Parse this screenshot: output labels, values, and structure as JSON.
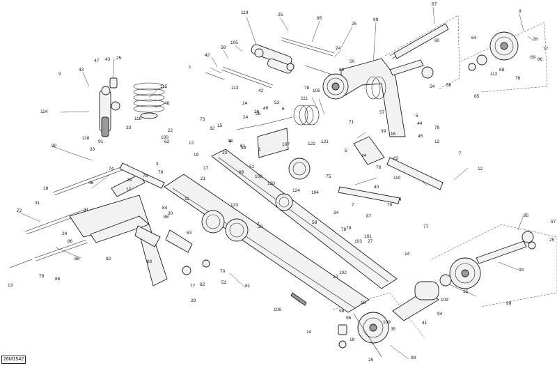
{
  "diagram": {
    "reference_code": "26M1542",
    "labels": [
      {
        "id": "l1",
        "text": "1"
      },
      {
        "id": "l2",
        "text": "119"
      },
      {
        "id": "l3",
        "text": "25"
      },
      {
        "id": "l4",
        "text": "85"
      },
      {
        "id": "l5",
        "text": "25"
      },
      {
        "id": "l6",
        "text": "89"
      },
      {
        "id": "l7",
        "text": "67"
      },
      {
        "id": "l8",
        "text": "8"
      },
      {
        "id": "l9",
        "text": "28"
      },
      {
        "id": "l10",
        "text": "58"
      },
      {
        "id": "l11",
        "text": "105"
      },
      {
        "id": "l12",
        "text": "42"
      },
      {
        "id": "l13",
        "text": "24"
      },
      {
        "id": "l14",
        "text": "50"
      },
      {
        "id": "l15",
        "text": "60"
      },
      {
        "id": "l16",
        "text": "64"
      },
      {
        "id": "l17",
        "text": "77"
      },
      {
        "id": "l18",
        "text": "69"
      },
      {
        "id": "l19",
        "text": "86"
      },
      {
        "id": "l20",
        "text": "43"
      },
      {
        "id": "l21",
        "text": "47"
      },
      {
        "id": "l22",
        "text": "43"
      },
      {
        "id": "l23",
        "text": "25"
      },
      {
        "id": "l24",
        "text": "9"
      },
      {
        "id": "l25",
        "text": "80"
      },
      {
        "id": "l26",
        "text": "113"
      },
      {
        "id": "l27",
        "text": "42"
      },
      {
        "id": "l28",
        "text": "78"
      },
      {
        "id": "l29",
        "text": "105"
      },
      {
        "id": "l30",
        "text": "54"
      },
      {
        "id": "l31",
        "text": "56"
      },
      {
        "id": "l32",
        "text": "112"
      },
      {
        "id": "l33",
        "text": "68"
      },
      {
        "id": "l34",
        "text": "76"
      },
      {
        "id": "l35",
        "text": "65"
      },
      {
        "id": "l36",
        "text": "115"
      },
      {
        "id": "l37",
        "text": "48"
      },
      {
        "id": "l38",
        "text": "114"
      },
      {
        "id": "l39",
        "text": "111"
      },
      {
        "id": "l40",
        "text": "53"
      },
      {
        "id": "l41",
        "text": "6"
      },
      {
        "id": "l42",
        "text": "57"
      },
      {
        "id": "l43",
        "text": "24"
      },
      {
        "id": "l44",
        "text": "26"
      },
      {
        "id": "l45",
        "text": "49"
      },
      {
        "id": "l46",
        "text": "5"
      },
      {
        "id": "l47",
        "text": "71"
      },
      {
        "id": "l48",
        "text": "44"
      },
      {
        "id": "l49",
        "text": "78"
      },
      {
        "id": "l50",
        "text": "45"
      },
      {
        "id": "l51",
        "text": "33"
      },
      {
        "id": "l52",
        "text": "118"
      },
      {
        "id": "l53",
        "text": "22"
      },
      {
        "id": "l54",
        "text": "73"
      },
      {
        "id": "l55",
        "text": "15"
      },
      {
        "id": "l56",
        "text": "39"
      },
      {
        "id": "l57",
        "text": "16"
      },
      {
        "id": "l58",
        "text": "62"
      },
      {
        "id": "l59",
        "text": "118"
      },
      {
        "id": "l60",
        "text": "100"
      },
      {
        "id": "l61",
        "text": "12"
      },
      {
        "id": "l62",
        "text": "90"
      },
      {
        "id": "l63",
        "text": "33"
      },
      {
        "id": "l64",
        "text": "91"
      },
      {
        "id": "l65",
        "text": "32"
      },
      {
        "id": "l66",
        "text": "34"
      },
      {
        "id": "l67",
        "text": "61"
      },
      {
        "id": "l68",
        "text": "107"
      },
      {
        "id": "l69",
        "text": "122"
      },
      {
        "id": "l70",
        "text": "121"
      },
      {
        "id": "l71",
        "text": "5"
      },
      {
        "id": "l72",
        "text": "44"
      },
      {
        "id": "l73",
        "text": "78"
      },
      {
        "id": "l74",
        "text": "12"
      },
      {
        "id": "l75",
        "text": "19"
      },
      {
        "id": "l76",
        "text": "23"
      },
      {
        "id": "l77",
        "text": "4"
      },
      {
        "id": "l78",
        "text": "59"
      },
      {
        "id": "l79",
        "text": "1"
      },
      {
        "id": "l80",
        "text": "51"
      },
      {
        "id": "l81",
        "text": "82"
      },
      {
        "id": "l82",
        "text": "7"
      },
      {
        "id": "l83",
        "text": "74"
      },
      {
        "id": "l84",
        "text": "17"
      },
      {
        "id": "l85",
        "text": "21"
      },
      {
        "id": "l86",
        "text": "75"
      },
      {
        "id": "l87",
        "text": "110"
      },
      {
        "id": "l88",
        "text": "12"
      },
      {
        "id": "l89",
        "text": "3"
      },
      {
        "id": "l90",
        "text": "79"
      },
      {
        "id": "l91",
        "text": "46"
      },
      {
        "id": "l92",
        "text": "78"
      },
      {
        "id": "l93",
        "text": "24"
      },
      {
        "id": "l94",
        "text": "18"
      },
      {
        "id": "l95",
        "text": "12"
      },
      {
        "id": "l96",
        "text": "11"
      },
      {
        "id": "l97",
        "text": "69"
      },
      {
        "id": "l98",
        "text": "108"
      },
      {
        "id": "l99",
        "text": "120"
      },
      {
        "id": "l100",
        "text": "124"
      },
      {
        "id": "l101",
        "text": "40"
      },
      {
        "id": "l102",
        "text": "31"
      },
      {
        "id": "l103",
        "text": "72"
      },
      {
        "id": "l104",
        "text": "31"
      },
      {
        "id": "l105",
        "text": "84"
      },
      {
        "id": "l106",
        "text": "30"
      },
      {
        "id": "l107",
        "text": "88"
      },
      {
        "id": "l108",
        "text": "123"
      },
      {
        "id": "l109",
        "text": "104"
      },
      {
        "id": "l110",
        "text": "34"
      },
      {
        "id": "l111",
        "text": "7"
      },
      {
        "id": "l112",
        "text": "79"
      },
      {
        "id": "l113",
        "text": "4"
      },
      {
        "id": "l114",
        "text": "59"
      },
      {
        "id": "l115",
        "text": "87"
      },
      {
        "id": "l116",
        "text": "77"
      },
      {
        "id": "l117",
        "text": "95"
      },
      {
        "id": "l118",
        "text": "97"
      },
      {
        "id": "l119",
        "text": "25"
      },
      {
        "id": "l120",
        "text": "24"
      },
      {
        "id": "l121",
        "text": "86"
      },
      {
        "id": "l122",
        "text": "2"
      },
      {
        "id": "l123",
        "text": "20"
      },
      {
        "id": "l124",
        "text": "63"
      },
      {
        "id": "l125",
        "text": "78"
      },
      {
        "id": "l126",
        "text": "79"
      },
      {
        "id": "l127",
        "text": "103"
      },
      {
        "id": "l128",
        "text": "101"
      },
      {
        "id": "l129",
        "text": "27"
      },
      {
        "id": "l130",
        "text": "14"
      },
      {
        "id": "l131",
        "text": "92"
      },
      {
        "id": "l132",
        "text": "83"
      },
      {
        "id": "l133",
        "text": "52"
      },
      {
        "id": "l134",
        "text": "70"
      },
      {
        "id": "l135",
        "text": "13"
      },
      {
        "id": "l136",
        "text": "79"
      },
      {
        "id": "l137",
        "text": "88"
      },
      {
        "id": "l138",
        "text": "86"
      },
      {
        "id": "l139",
        "text": "77"
      },
      {
        "id": "l140",
        "text": "62"
      },
      {
        "id": "l141",
        "text": "29"
      },
      {
        "id": "l142",
        "text": "81"
      },
      {
        "id": "l143",
        "text": "102"
      },
      {
        "id": "l144",
        "text": "10"
      },
      {
        "id": "l145",
        "text": "16"
      },
      {
        "id": "l146",
        "text": "106"
      },
      {
        "id": "l147",
        "text": "93"
      },
      {
        "id": "l148",
        "text": "35"
      },
      {
        "id": "l149",
        "text": "109"
      },
      {
        "id": "l150",
        "text": "99"
      },
      {
        "id": "l151",
        "text": "94"
      },
      {
        "id": "l152",
        "text": "41"
      },
      {
        "id": "l153",
        "text": "98"
      },
      {
        "id": "l154",
        "text": "14"
      },
      {
        "id": "l155",
        "text": "96"
      },
      {
        "id": "l156",
        "text": "109"
      },
      {
        "id": "l157",
        "text": "35"
      },
      {
        "id": "l158",
        "text": "18"
      },
      {
        "id": "l159",
        "text": "25"
      },
      {
        "id": "l160",
        "text": "99"
      },
      {
        "id": "l161",
        "text": "26"
      },
      {
        "id": "l162",
        "text": "24"
      }
    ]
  }
}
